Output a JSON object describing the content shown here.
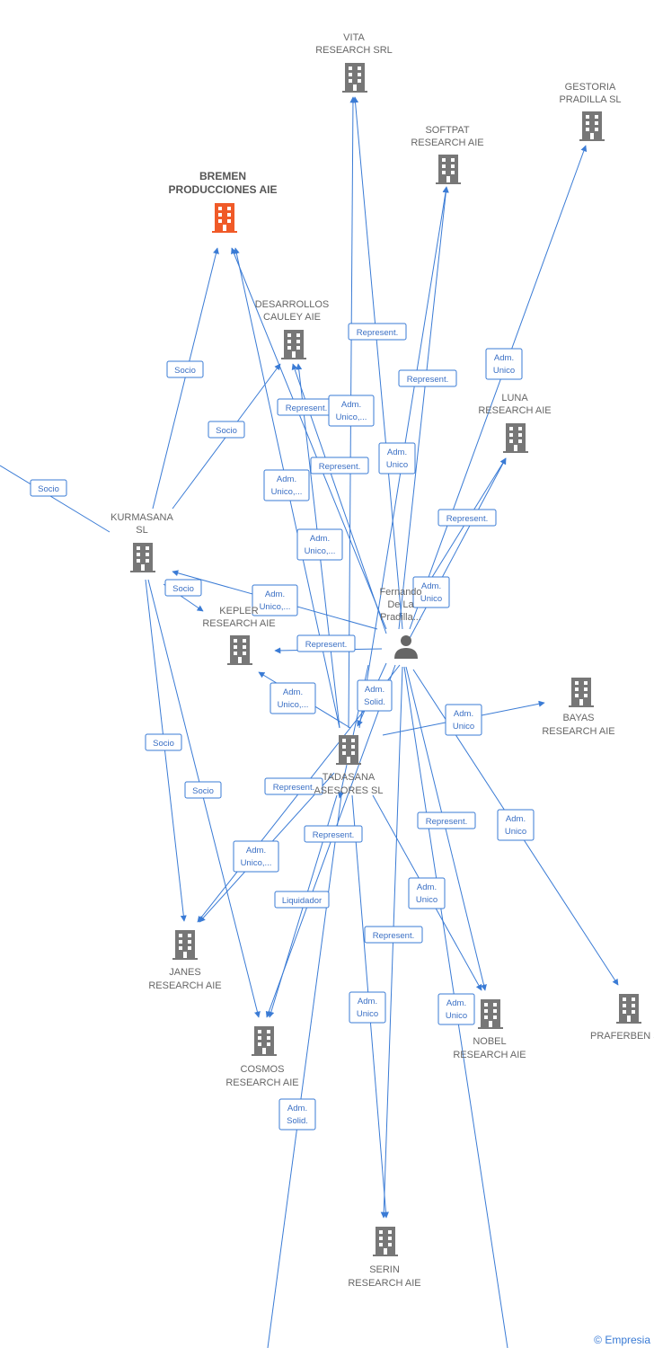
{
  "nodes": [
    {
      "id": "vita",
      "label": [
        "VITA",
        "RESEARCH SRL"
      ],
      "type": "company"
    },
    {
      "id": "gestoria",
      "label": [
        "GESTORIA",
        "PRADILLA SL"
      ],
      "type": "company"
    },
    {
      "id": "softpat",
      "label": [
        "SOFTPAT",
        "RESEARCH AIE"
      ],
      "type": "company"
    },
    {
      "id": "bremen",
      "label": [
        "BREMEN",
        "PRODUCCIONES AIE"
      ],
      "type": "company-main",
      "color": "#f05a28"
    },
    {
      "id": "desarrollos",
      "label": [
        "DESARROLLOS",
        "CAULEY AIE"
      ],
      "type": "company"
    },
    {
      "id": "luna",
      "label": [
        "LUNA",
        "RESEARCH AIE"
      ],
      "type": "company"
    },
    {
      "id": "kurmasana",
      "label": [
        "KURMASANA",
        "SL"
      ],
      "type": "company"
    },
    {
      "id": "kepler",
      "label": [
        "KEPLER",
        "RESEARCH AIE"
      ],
      "type": "company"
    },
    {
      "id": "person",
      "label": [
        "Fernando",
        "De La",
        "Pradilla..."
      ],
      "type": "person"
    },
    {
      "id": "bayas",
      "label": [
        "BAYAS",
        "RESEARCH AIE"
      ],
      "type": "company"
    },
    {
      "id": "tadasana",
      "label": [
        "TADASANA",
        "ASESORES SL"
      ],
      "type": "company"
    },
    {
      "id": "janes",
      "label": [
        "JANES",
        "RESEARCH AIE"
      ],
      "type": "company"
    },
    {
      "id": "cosmos",
      "label": [
        "COSMOS",
        "RESEARCH AIE"
      ],
      "type": "company"
    },
    {
      "id": "nobel",
      "label": [
        "NOBEL",
        "RESEARCH AIE"
      ],
      "type": "company"
    },
    {
      "id": "praferben",
      "label": [
        "PRAFERBEN SL"
      ],
      "type": "company"
    },
    {
      "id": "serin",
      "label": [
        "SERIN",
        "RESEARCH AIE"
      ],
      "type": "company"
    }
  ],
  "edge_labels": {
    "socio": "Socio",
    "represent": "Represent.",
    "adm_unico": [
      "Adm.",
      "Unico"
    ],
    "adm_unico_trunc": [
      "Adm.",
      "Unico,..."
    ],
    "adm_solid": [
      "Adm.",
      "Solid."
    ],
    "liquidador": "Liquidador"
  },
  "colors": {
    "edge": "#3a7bd5",
    "node": "#777777",
    "main_node": "#f05a28",
    "label": "#666666"
  },
  "watermark": "© Empresia"
}
